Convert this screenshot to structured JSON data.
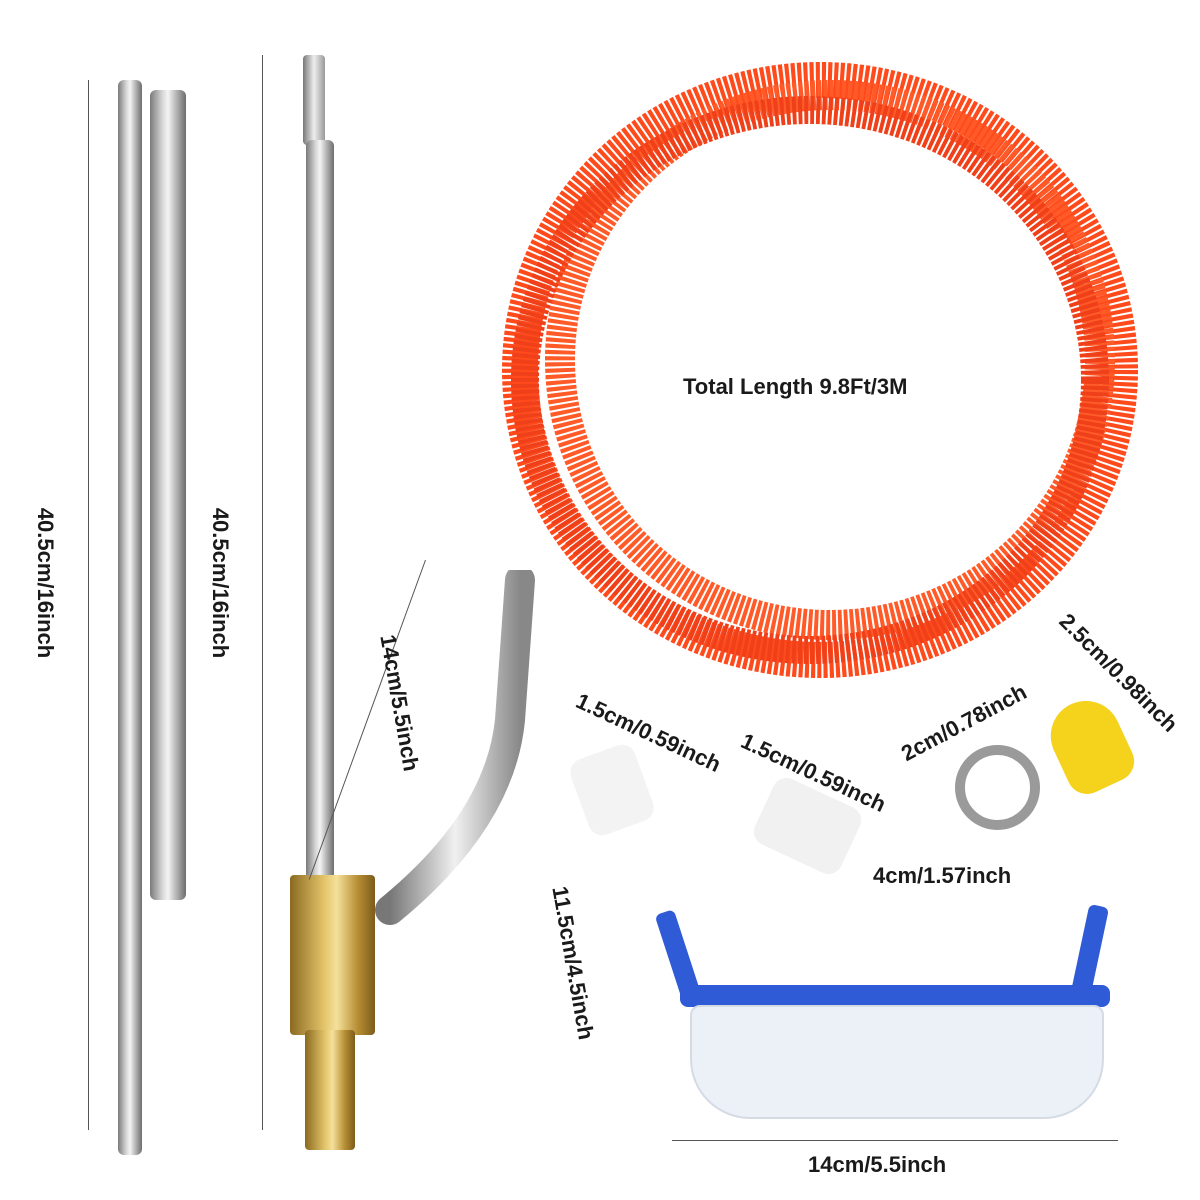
{
  "image": {
    "description": "Sandblaster kit product photo with dimension annotations",
    "colors": {
      "hose": "#ff4a1c",
      "goggles_frame": "#2f5bd6",
      "key": "#f5d21c",
      "brass": "#d4b050",
      "steel": "#c8c8c8"
    }
  },
  "labels": {
    "rod_left_length": "40.5cm/16inch",
    "rod_right_length": "40.5cm/16inch",
    "angled_tube_length": "14cm/5.5inch",
    "hose_length": "Total Length 9.8Ft/3M",
    "clamp_key_length": "2.5cm/0.98inch",
    "clamp_diameter": "2cm/0.78inch",
    "small_insert_diameter": "1.5cm/0.59inch",
    "long_insert_diameter": "1.5cm/0.59inch",
    "long_insert_length": "4cm/1.57inch",
    "goggles_height": "11.5cm/4.5inch",
    "goggles_width": "14cm/5.5inch"
  }
}
